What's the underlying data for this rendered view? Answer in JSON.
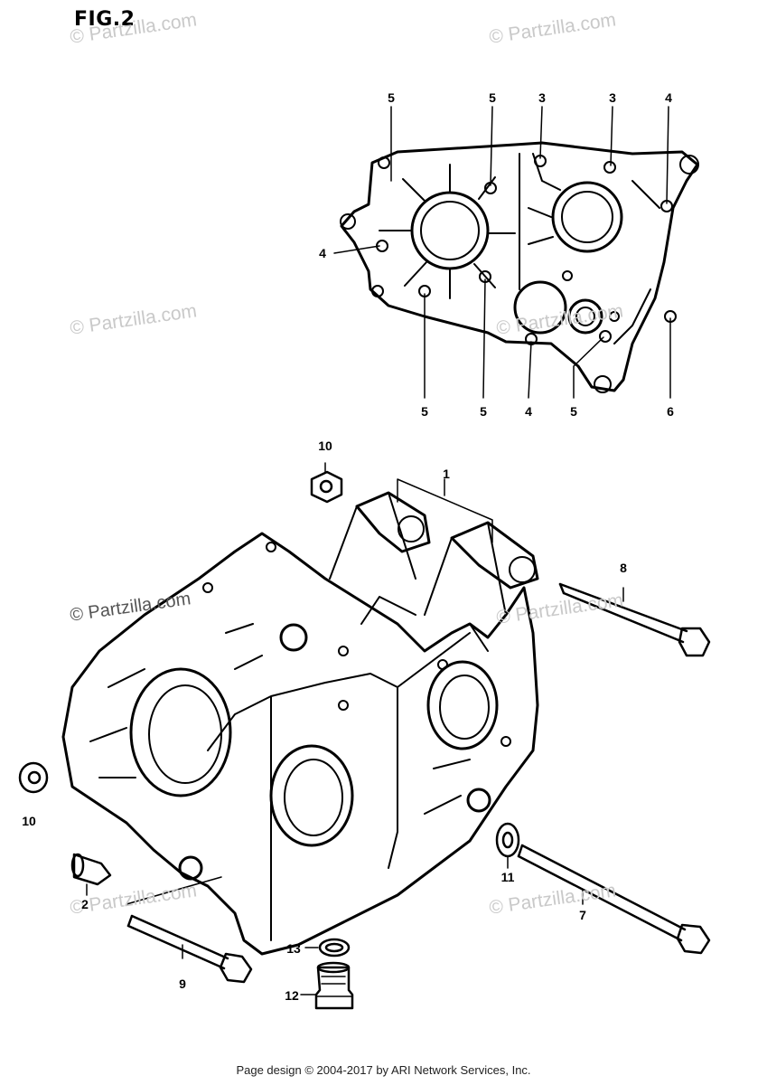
{
  "figure_label": "FIG.2",
  "watermark_text": "© Partzilla.com",
  "footer_text": "Page design © 2004-2017 by ARI Network Services, Inc.",
  "callouts": [
    "5",
    "5",
    "3",
    "3",
    "4",
    "4",
    "5",
    "5",
    "4",
    "5",
    "6",
    "10",
    "1",
    "8",
    "10",
    "2",
    "11",
    "7",
    "9",
    "13",
    "12"
  ]
}
